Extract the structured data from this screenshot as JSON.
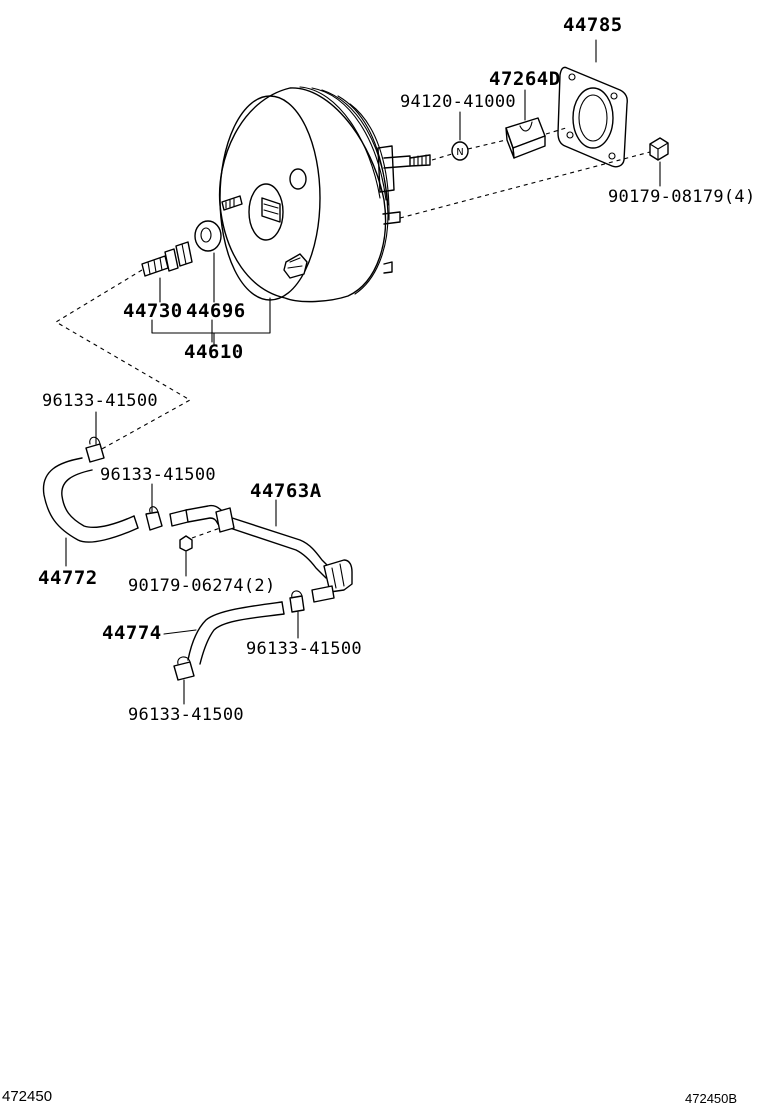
{
  "parts": {
    "label_44785": "44785",
    "label_47264D": "47264D",
    "label_94120": "94120-41000",
    "label_90179_08179": "90179-08179(4)",
    "label_44730": "44730",
    "label_44696": "44696",
    "label_44610": "44610",
    "label_96133_a": "96133-41500",
    "label_96133_b": "96133-41500",
    "label_44763A": "44763A",
    "label_44772": "44772",
    "label_90179_06274": "90179-06274(2)",
    "label_44774": "44774",
    "label_96133_c": "96133-41500",
    "label_96133_d": "96133-41500"
  },
  "footer": {
    "left_code": "472450",
    "right_code": "472450B"
  }
}
